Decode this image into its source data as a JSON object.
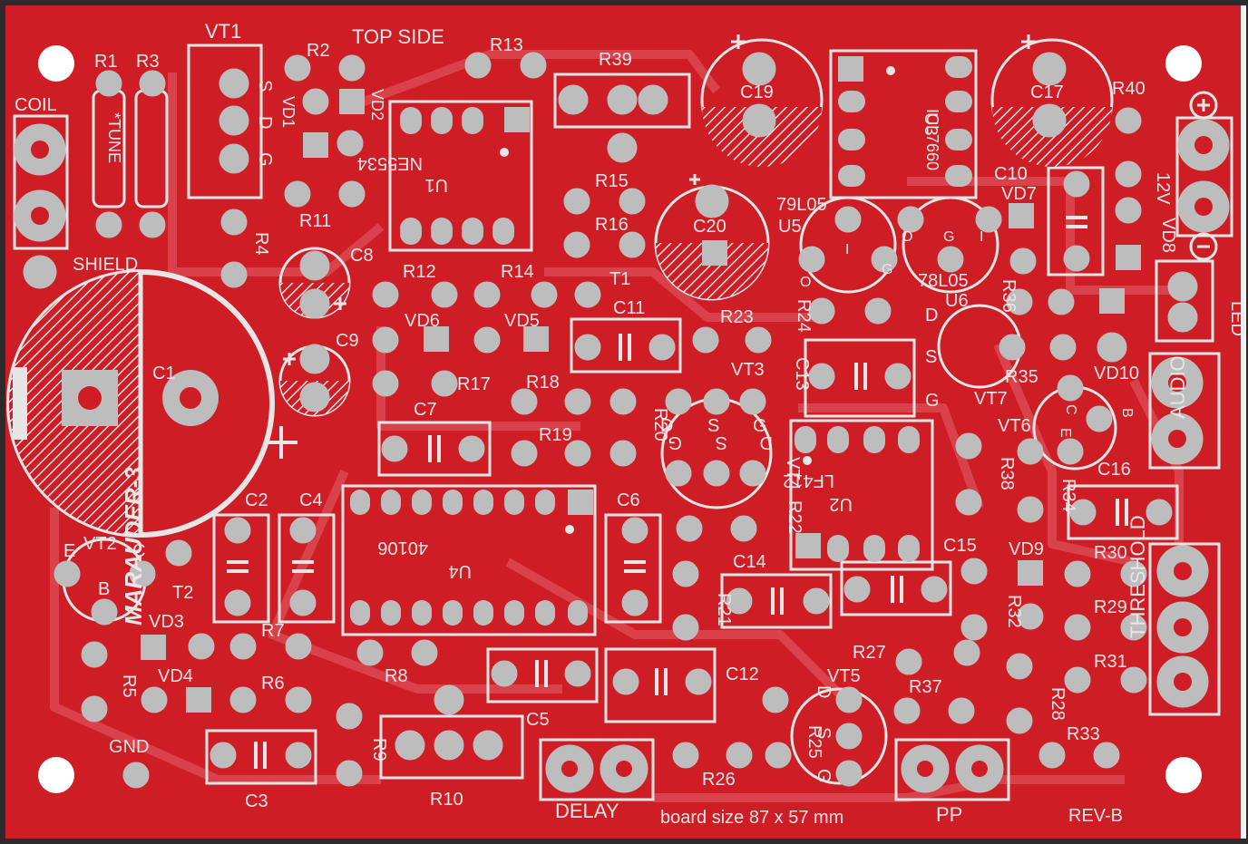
{
  "board": {
    "title": "TOP SIDE",
    "name": "MARAUDER-3",
    "revision": "REV-B",
    "size_note": "board size 87 x 57 mm",
    "colors": {
      "copper": "#cf1d25",
      "silk": "#e6e6e6",
      "pad": "#bdbdbd",
      "trace": "#d9424a",
      "edge": "#2b2b2b"
    }
  },
  "labels": {
    "vt1": "VT1",
    "vt1_s": "S",
    "vt1_d": "D",
    "vt1_g": "G",
    "r1": "R1",
    "r3": "R3",
    "tune": "*TUNE",
    "coil": "COIL",
    "shield": "SHIELD",
    "r2": "R2",
    "vd1": "VD1",
    "vd2": "VD2",
    "r13": "R13",
    "r39": "R39",
    "u1": "U1",
    "ne5534": "NE5534",
    "r11": "R11",
    "r4": "R4",
    "c8": "C8",
    "c19": "C19",
    "u3": "U3",
    "icl7660": "ICL7660",
    "c17": "C17",
    "r40": "R40",
    "c10": "C10",
    "vd7": "VD7",
    "v12": "12V",
    "vd8": "VD8",
    "led": "LED",
    "r15": "R15",
    "r16": "R16",
    "c20": "C20",
    "p79l05": "79L05",
    "u5": "U5",
    "g1": "G",
    "i1": "I",
    "o1": "O",
    "g2": "G",
    "i2": "I",
    "o2": "O",
    "p78l05": "78L05",
    "u6": "U6",
    "r12": "R12",
    "r14": "R14",
    "t1": "T1",
    "vd6": "VD6",
    "vd5": "VD5",
    "c9": "C9",
    "r24": "R24",
    "r36": "R36",
    "c11": "C11",
    "r23": "R23",
    "c13": "C13",
    "vt3": "VT3",
    "r17": "R17",
    "c1": "C1",
    "c7": "C7",
    "r18": "R18",
    "r20": "R20",
    "r19": "R19",
    "vt3_d": "D",
    "vt3_s": "S",
    "vt3_g": "G",
    "vt4_g": "G",
    "vt4_s": "S",
    "vt4_d": "D",
    "vt4": "VT4",
    "r22": "R22",
    "u2": "U2",
    "lf412": "LF412",
    "vt7_d": "D",
    "vt7_s": "S",
    "vt7_g": "G",
    "vt7": "VT7",
    "r35": "R35",
    "vd10": "VD10",
    "audio": "AUDIO",
    "vt6": "VT6",
    "vt6_c": "C",
    "vt6_e": "E",
    "vt6_b": "B",
    "r38": "R38",
    "r34": "R34",
    "c16": "C16",
    "c2": "C2",
    "c4": "C4",
    "u4": "U4",
    "p40106": "40106",
    "c6": "C6",
    "c14": "C14",
    "c15": "C15",
    "vd9": "VD9",
    "r30": "R30",
    "threshold": "THRESHOLD",
    "vt2": "VT2",
    "vt2_e": "E",
    "vt2_c": "C",
    "vt2_b": "B",
    "t2": "T2",
    "vd3": "VD3",
    "vd4": "VD4",
    "r7": "R7",
    "r6": "R6",
    "r5": "R5",
    "r8": "R8",
    "r21": "R21",
    "r32": "R32",
    "r29": "R29",
    "r27": "R27",
    "r31": "R31",
    "c12": "C12",
    "c5": "C5",
    "vt5": "VT5",
    "vt5_d": "D",
    "vt5_s": "S",
    "vt5_g": "G",
    "r37": "R37",
    "r28": "R28",
    "r9": "R9",
    "r25": "R25",
    "gnd": "GND",
    "r10": "R10",
    "r26": "R26",
    "r33": "R33",
    "c3": "C3",
    "delay": "DELAY",
    "pp": "PP"
  }
}
